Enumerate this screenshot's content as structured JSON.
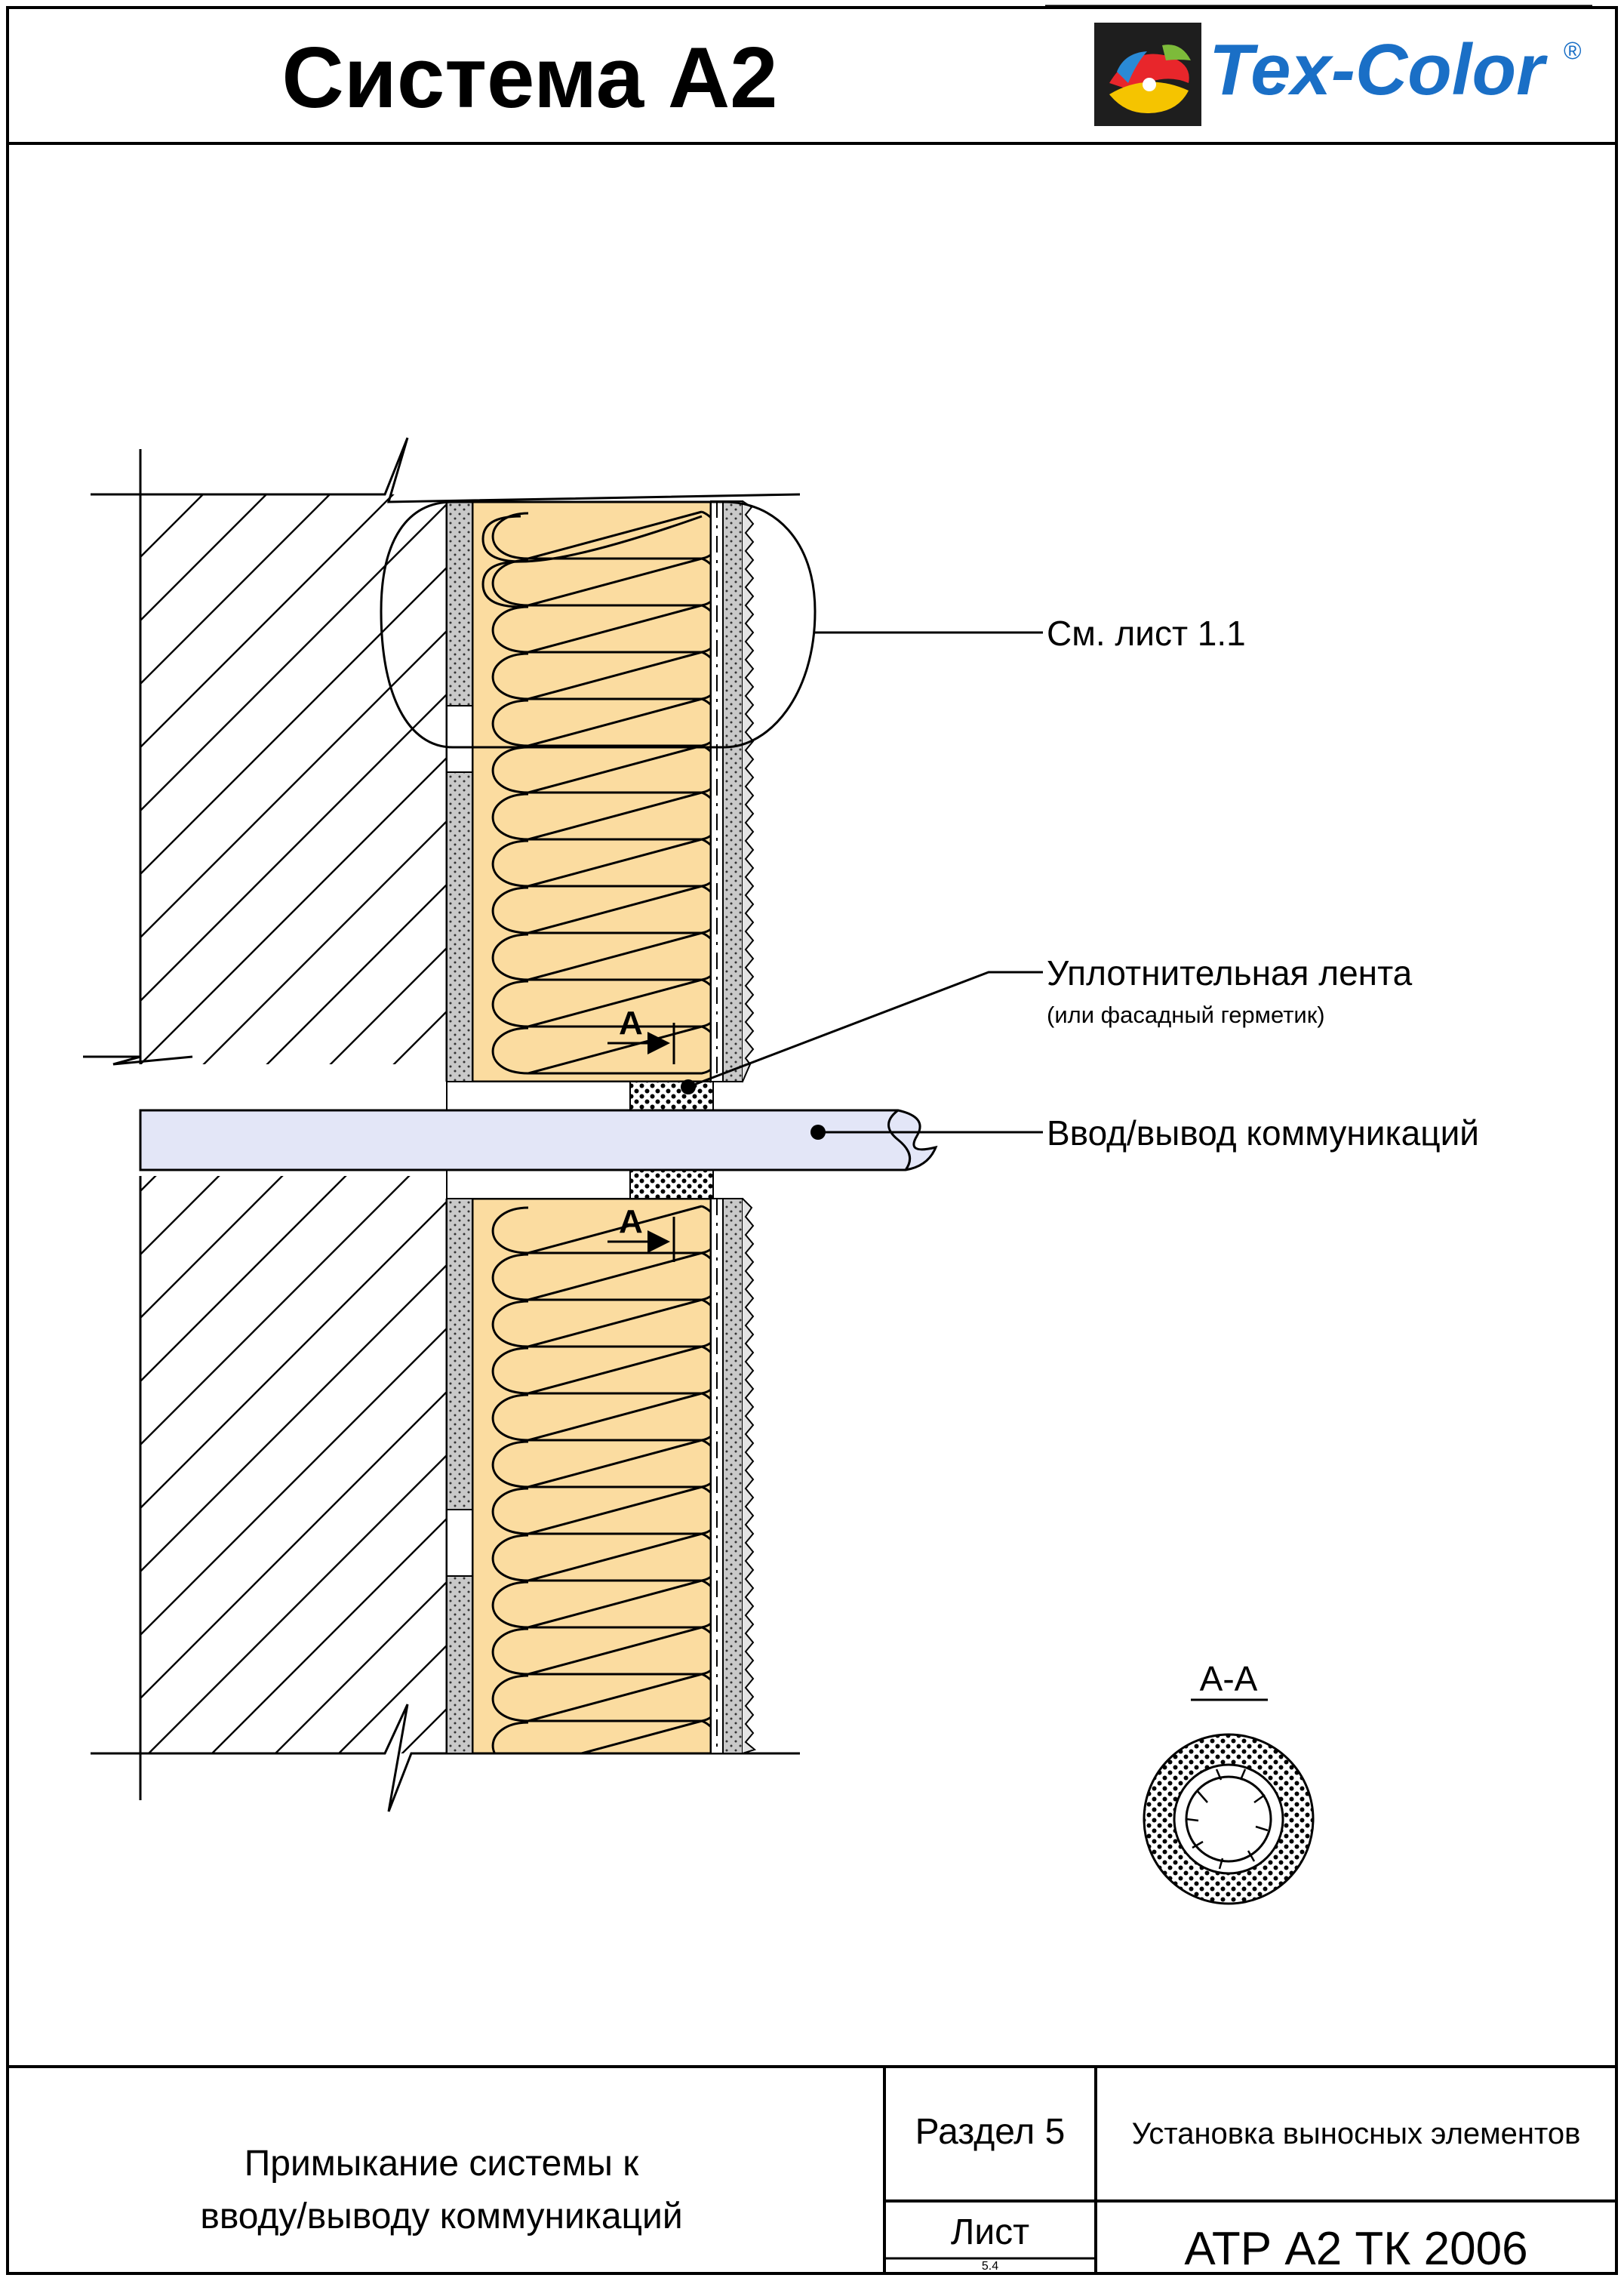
{
  "header": {
    "title": "Система А2",
    "brand": "Tex-Color",
    "brand_mark": "®"
  },
  "callouts": {
    "see_sheet": "См. лист 1.1",
    "seal_tape": "Уплотнительная лента",
    "seal_tape_note": "(или фасадный герметик)",
    "utility": "Ввод/вывод коммуникаций"
  },
  "cut_marks": {
    "upper": "А",
    "lower": "А",
    "section_title": "А-А"
  },
  "title_block": {
    "description_line1": "Примыкание системы к",
    "description_line2": "вводу/выводу коммуникаций",
    "section": "Раздел 5",
    "section_name": "Установка выносных элементов",
    "sheet_label": "Лист",
    "sheet_number": "5.4",
    "doc_code": "АТР А2 ТК 2006"
  },
  "colors": {
    "insulation": "#fbdca0",
    "pipe": "#e3e6f7",
    "adhesive": "#c8c8c8",
    "brand_blue": "#1a6fc6",
    "logo_bg": "#1e1e1e"
  }
}
